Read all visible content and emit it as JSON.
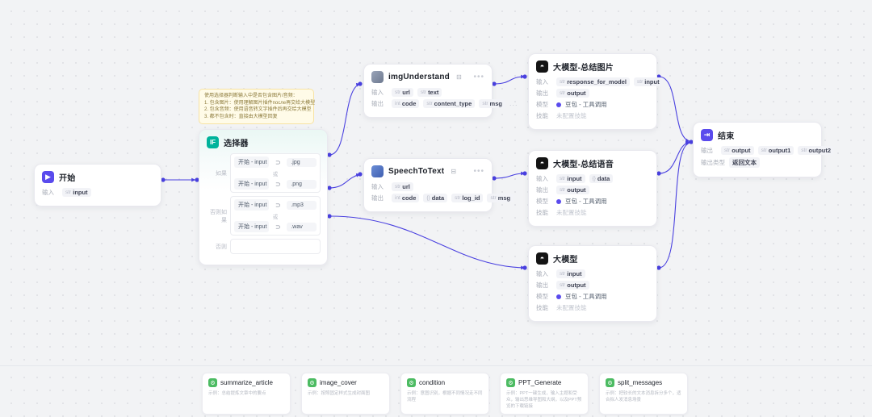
{
  "canvas": {
    "note": {
      "lines": [
        "使用选择器判断输入中是否包含图片/音频：",
        "1. 包含图片：使用理解图片插件после再交给大模型",
        "2. 包含音频：使用语音转文字插件后再交给大模型",
        "3. 都不包含时：直接由大模型回复"
      ]
    },
    "nodes": {
      "start": {
        "title": "开始",
        "icon": "start-icon",
        "input_label": "输入",
        "inputs": [
          {
            "name": "input",
            "type": "str"
          }
        ]
      },
      "selector": {
        "title": "选择器",
        "icon": "if-icon",
        "branches": [
          {
            "label": "如果",
            "join": "或",
            "rows": [
              {
                "field": "开始 - input",
                "op": "⊃",
                "value": ".jpg"
              },
              {
                "field": "开始 - input",
                "op": "⊃",
                "value": ".png"
              }
            ]
          },
          {
            "label": "否则如果",
            "join": "或",
            "rows": [
              {
                "field": "开始 - input",
                "op": "⊃",
                "value": ".mp3"
              },
              {
                "field": "开始 - input",
                "op": "⊃",
                "value": ".wav"
              }
            ]
          }
        ],
        "else_label": "否则"
      },
      "img_understand": {
        "title": "imgUnderstand",
        "icon": "plugin-img-icon",
        "badge": "⊟",
        "input_label": "输入",
        "output_label": "输出",
        "inputs": [
          {
            "name": "url",
            "type": "str"
          },
          {
            "name": "text",
            "type": "str"
          }
        ],
        "outputs": [
          {
            "name": "code",
            "type": "int"
          },
          {
            "name": "content_type",
            "type": "str"
          },
          {
            "name": "msg",
            "type": "str"
          }
        ],
        "overflow": "..."
      },
      "speech_to_text": {
        "title": "SpeechToText",
        "icon": "plugin-speech-icon",
        "badge": "⊟",
        "input_label": "输入",
        "output_label": "输出",
        "inputs": [
          {
            "name": "url",
            "type": "str"
          }
        ],
        "outputs": [
          {
            "name": "code",
            "type": "int"
          },
          {
            "name": "data",
            "type": "{}"
          },
          {
            "name": "log_id",
            "type": "str"
          },
          {
            "name": "msg",
            "type": "str"
          }
        ]
      },
      "llm_image": {
        "title": "大模型-总结图片",
        "icon": "llm-icon",
        "input_label": "输入",
        "output_label": "输出",
        "model_label": "模型",
        "skill_label": "技能",
        "inputs": [
          {
            "name": "response_for_model",
            "type": "str"
          },
          {
            "name": "input",
            "type": "str"
          }
        ],
        "outputs": [
          {
            "name": "output",
            "type": "str"
          }
        ],
        "model": "豆包 - 工具调用",
        "skill": "未配置技能"
      },
      "llm_audio": {
        "title": "大模型-总结语音",
        "icon": "llm-icon",
        "input_label": "输入",
        "output_label": "输出",
        "model_label": "模型",
        "skill_label": "技能",
        "inputs": [
          {
            "name": "input",
            "type": "str"
          },
          {
            "name": "data",
            "type": "{}"
          }
        ],
        "outputs": [
          {
            "name": "output",
            "type": "str"
          }
        ],
        "model": "豆包 - 工具调用",
        "skill": "未配置技能"
      },
      "llm_plain": {
        "title": "大模型",
        "icon": "llm-icon",
        "input_label": "输入",
        "output_label": "输出",
        "model_label": "模型",
        "skill_label": "技能",
        "inputs": [
          {
            "name": "input",
            "type": "str"
          }
        ],
        "outputs": [
          {
            "name": "output",
            "type": "str"
          }
        ],
        "model": "豆包 - 工具调用",
        "skill": "未配置技能"
      },
      "end": {
        "title": "结束",
        "icon": "end-icon",
        "output_label": "输出",
        "outputs": [
          {
            "name": "output",
            "type": "str"
          },
          {
            "name": "output1",
            "type": "str"
          },
          {
            "name": "output2",
            "type": "str"
          }
        ],
        "output_type_label": "输出类型",
        "output_type": "返回文本"
      }
    },
    "colors": {
      "edge": "#4a41e0",
      "accent": "#5a4bed",
      "if_node": "#00b39b",
      "note_bg": "#fffbe8",
      "card_icon": "#4cbb62"
    }
  },
  "panel": {
    "cards": [
      {
        "title": "summarize_article",
        "desc": "示例：总结提炼文章中的要点"
      },
      {
        "title": "image_cover",
        "desc": "示例：按照固定样式生成封面图"
      },
      {
        "title": "condition",
        "desc": "示例：意图识别，根据不同情况走不同流程"
      },
      {
        "title": "PPT_Generate",
        "desc": "示例：PPT一键生成，输入主题和受众，输出思维导图和大纲，以及PPT预览的下载链接"
      },
      {
        "title": "split_messages",
        "desc": "示例：把较长的文本消息拆分多个，适合拟人发消息场景"
      }
    ]
  }
}
